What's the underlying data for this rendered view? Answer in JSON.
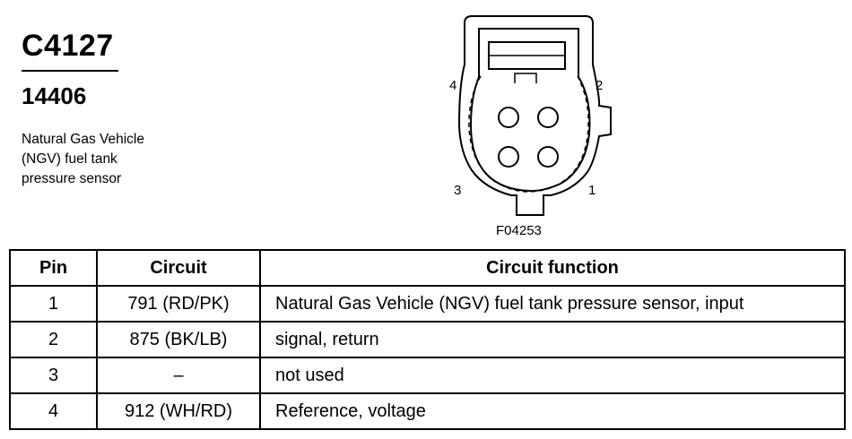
{
  "connector": {
    "id": "C4127",
    "part_number": "14406",
    "description_lines": [
      "Natural Gas Vehicle",
      "(NGV) fuel tank",
      "pressure sensor"
    ]
  },
  "diagram": {
    "pin_labels": [
      "4",
      "2",
      "3",
      "1"
    ],
    "figure_code": "F04253"
  },
  "table": {
    "headers": [
      "Pin",
      "Circuit",
      "Circuit function"
    ],
    "rows": [
      {
        "pin": "1",
        "circuit": "791 (RD/PK)",
        "function": "Natural Gas Vehicle (NGV) fuel tank pressure sensor, input"
      },
      {
        "pin": "2",
        "circuit": "875 (BK/LB)",
        "function": "signal, return"
      },
      {
        "pin": "3",
        "circuit": "–",
        "function": "not used"
      },
      {
        "pin": "4",
        "circuit": "912 (WH/RD)",
        "function": "Reference, voltage"
      }
    ]
  }
}
